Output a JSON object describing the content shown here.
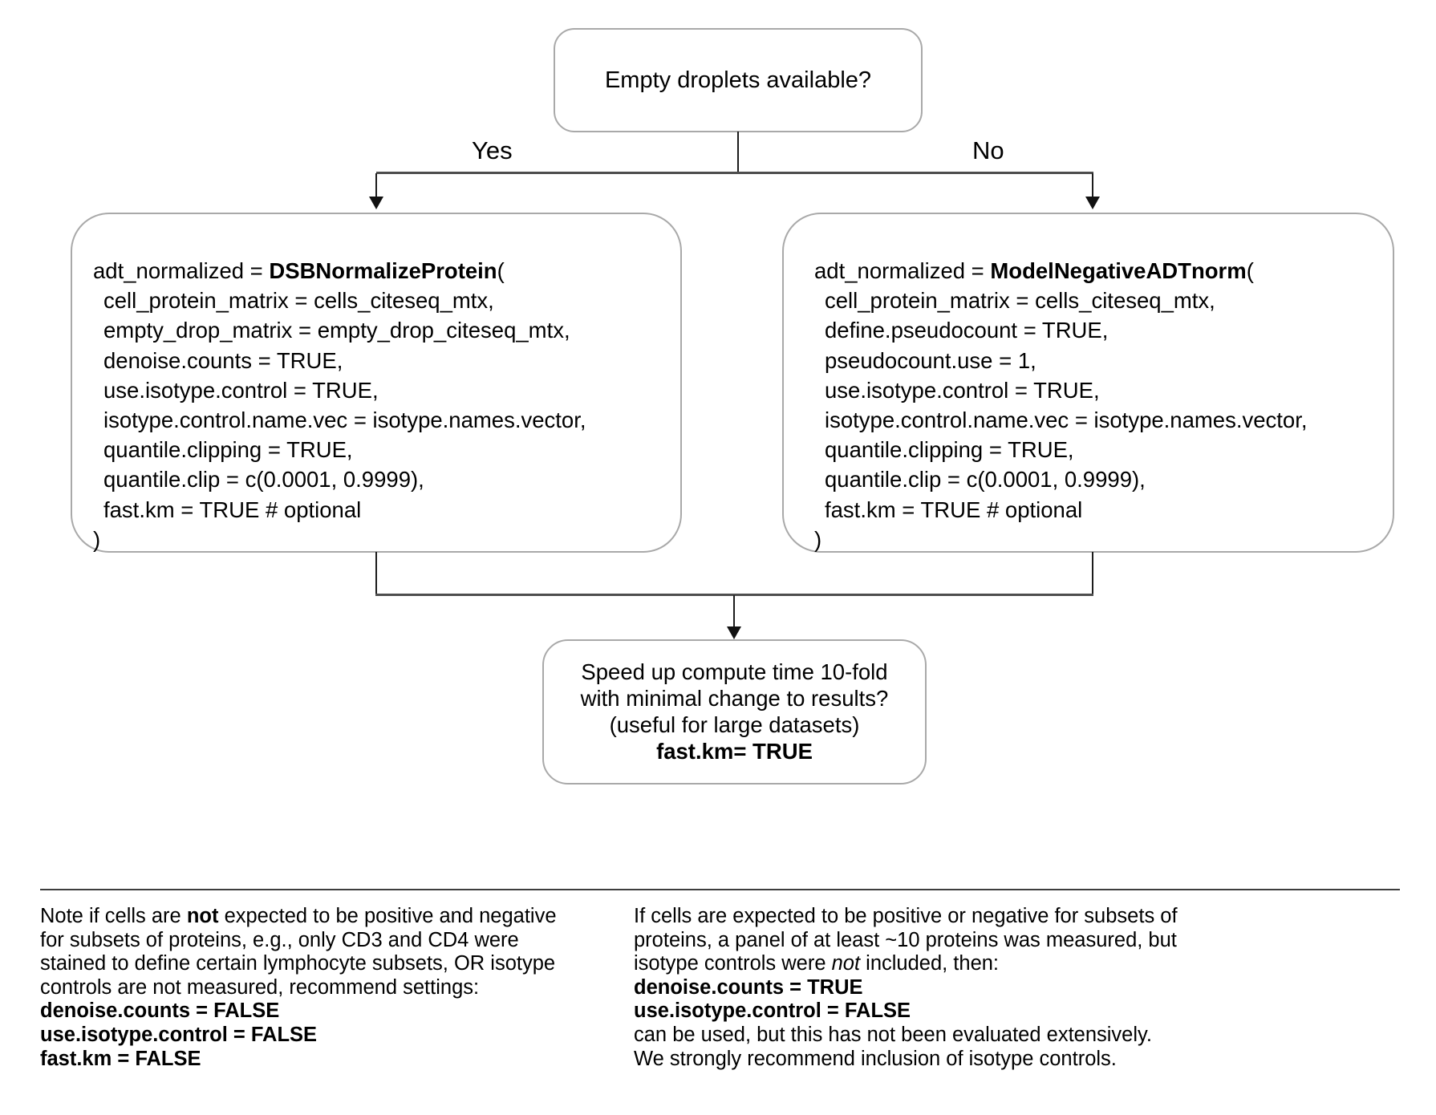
{
  "top_box": {
    "label": "Empty droplets available?"
  },
  "branch": {
    "yes_label": "Yes",
    "no_label": "No"
  },
  "left_box": {
    "line1_prefix": "adt_normalized = ",
    "line1_bold": "DSBNormalizeProtein",
    "line1_suffix": "(",
    "params": [
      "cell_protein_matrix = cells_citeseq_mtx,",
      "empty_drop_matrix = empty_drop_citeseq_mtx,",
      "denoise.counts = TRUE,",
      "use.isotype.control = TRUE,",
      "isotype.control.name.vec = isotype.names.vector,",
      "quantile.clipping = TRUE,",
      "quantile.clip = c(0.0001, 0.9999),",
      "fast.km = TRUE # optional"
    ],
    "close": ")"
  },
  "right_box": {
    "line1_prefix": "adt_normalized = ",
    "line1_bold": "ModelNegativeADTnorm",
    "line1_suffix": "(",
    "params": [
      "cell_protein_matrix = cells_citeseq_mtx,",
      "define.pseudocount = TRUE,",
      "pseudocount.use = 1,",
      "use.isotype.control = TRUE,",
      "isotype.control.name.vec = isotype.names.vector,",
      "quantile.clipping = TRUE,",
      "quantile.clip = c(0.0001, 0.9999),",
      "fast.km = TRUE # optional"
    ],
    "close": ")"
  },
  "speed_box": {
    "line1": "Speed up compute time 10-fold",
    "line2": "with minimal change to results?",
    "line3": "(useful for large datasets)",
    "line4": "fast.km= TRUE"
  },
  "notes": {
    "left": {
      "l1a": "Note if cells are ",
      "l1b": "not",
      "l1c": " expected to be positive and negative",
      "l2": "for subsets of proteins, e.g., only CD3 and CD4 were",
      "l3": "stained to define certain lymphocyte subsets, OR isotype",
      "l4": "controls are not measured, recommend settings:",
      "l5": "denoise.counts = FALSE",
      "l6": "use.isotype.control = FALSE",
      "l7": "fast.km = FALSE"
    },
    "right": {
      "l1": "If cells are expected to be positive or negative for subsets of",
      "l2": "proteins, a panel of at least ~10 proteins was measured, but",
      "l3a": "isotype controls were ",
      "l3b": "not",
      "l3c": " included, then:",
      "l4": "denoise.counts = TRUE",
      "l5": "use.isotype.control = FALSE",
      "l6": "can be used, but this has not been evaluated extensively.",
      "l7": "We strongly recommend inclusion of isotype controls."
    }
  },
  "colors": {
    "box_border": "#a9a9a9",
    "connector_line": "#4d4d4d",
    "text": "#000000",
    "background": "#ffffff"
  }
}
